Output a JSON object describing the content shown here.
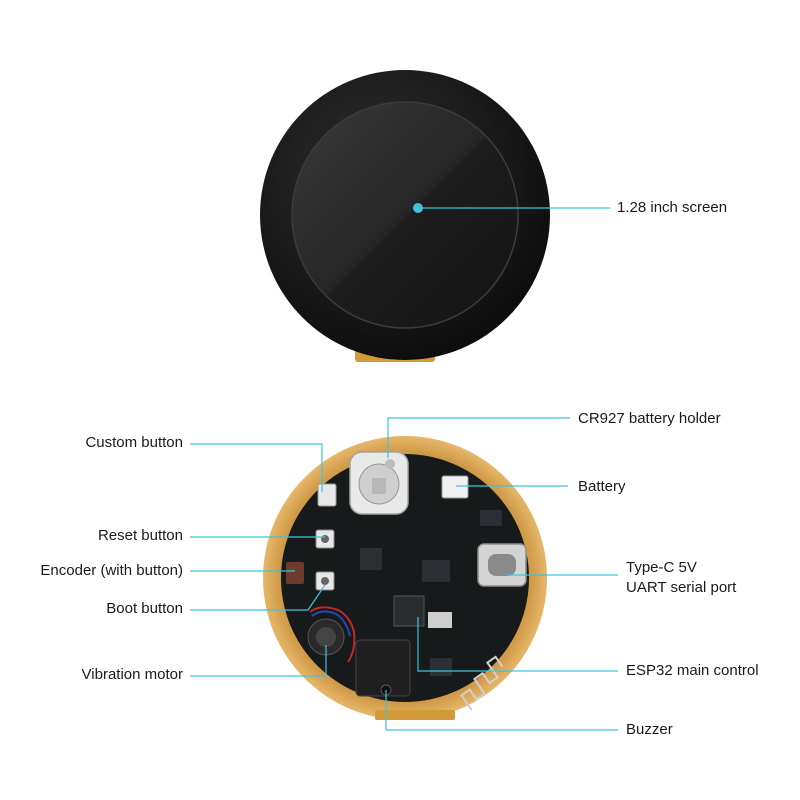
{
  "colors": {
    "leader": "#3fc3dc",
    "bezel": "#151515",
    "glass": "#2b2b2b",
    "pcb": "#161819",
    "amber_ring": "#d9a450"
  },
  "labels": {
    "screen": "1.28 inch screen",
    "custom_button": "Custom button",
    "cr927_holder": "CR927 battery holder",
    "battery": "Battery",
    "reset_button": "Reset button",
    "encoder": "Encoder (with button)",
    "typec_line1": "Type-C 5V",
    "typec_line2": "UART serial port",
    "boot_button": "Boot button",
    "vibration_motor": "Vibration motor",
    "esp32": "ESP32 main control",
    "buzzer": "Buzzer"
  }
}
